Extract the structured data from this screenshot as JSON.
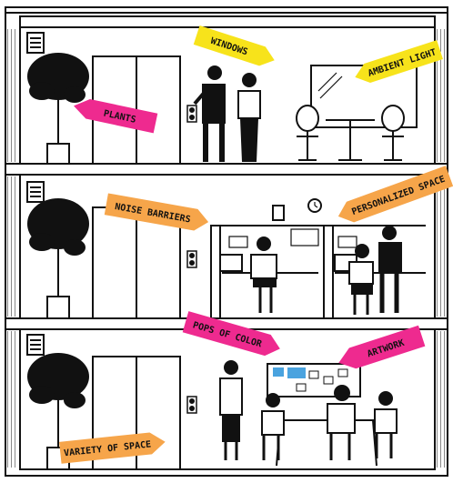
{
  "title": "",
  "floors": [
    {
      "name": "top",
      "labels": [
        "WINDOWS",
        "AMBIENT LIGHT",
        "PLANTS"
      ]
    },
    {
      "name": "middle",
      "labels": [
        "NOISE BARRIERS",
        "PERSONALIZED SPACE"
      ]
    },
    {
      "name": "bottom",
      "labels": [
        "POPS OF COLOR",
        "ARTWORK",
        "VARIETY OF SPACE"
      ]
    }
  ],
  "tags": {
    "windows": {
      "text": "WINDOWS",
      "color": "#f7e31b"
    },
    "ambient_light": {
      "text": "AMBIENT LIGHT",
      "color": "#f7e31b"
    },
    "plants": {
      "text": "PLANTS",
      "color": "#ee2a8f"
    },
    "noise_barriers": {
      "text": "NOISE BARRIERS",
      "color": "#f6a54a"
    },
    "personalized_space": {
      "text": "PERSONALIZED SPACE",
      "color": "#f6a54a"
    },
    "pops_of_color": {
      "text": "POPS OF COLOR",
      "color": "#ee2a8f"
    },
    "artwork": {
      "text": "ARTWORK",
      "color": "#ee2a8f"
    },
    "variety_of_space": {
      "text": "VARIETY OF SPACE",
      "color": "#f6a54a"
    }
  },
  "colors": {
    "ink": "#111111",
    "paper": "#ffffff",
    "board_blue": "#4aa3df"
  }
}
